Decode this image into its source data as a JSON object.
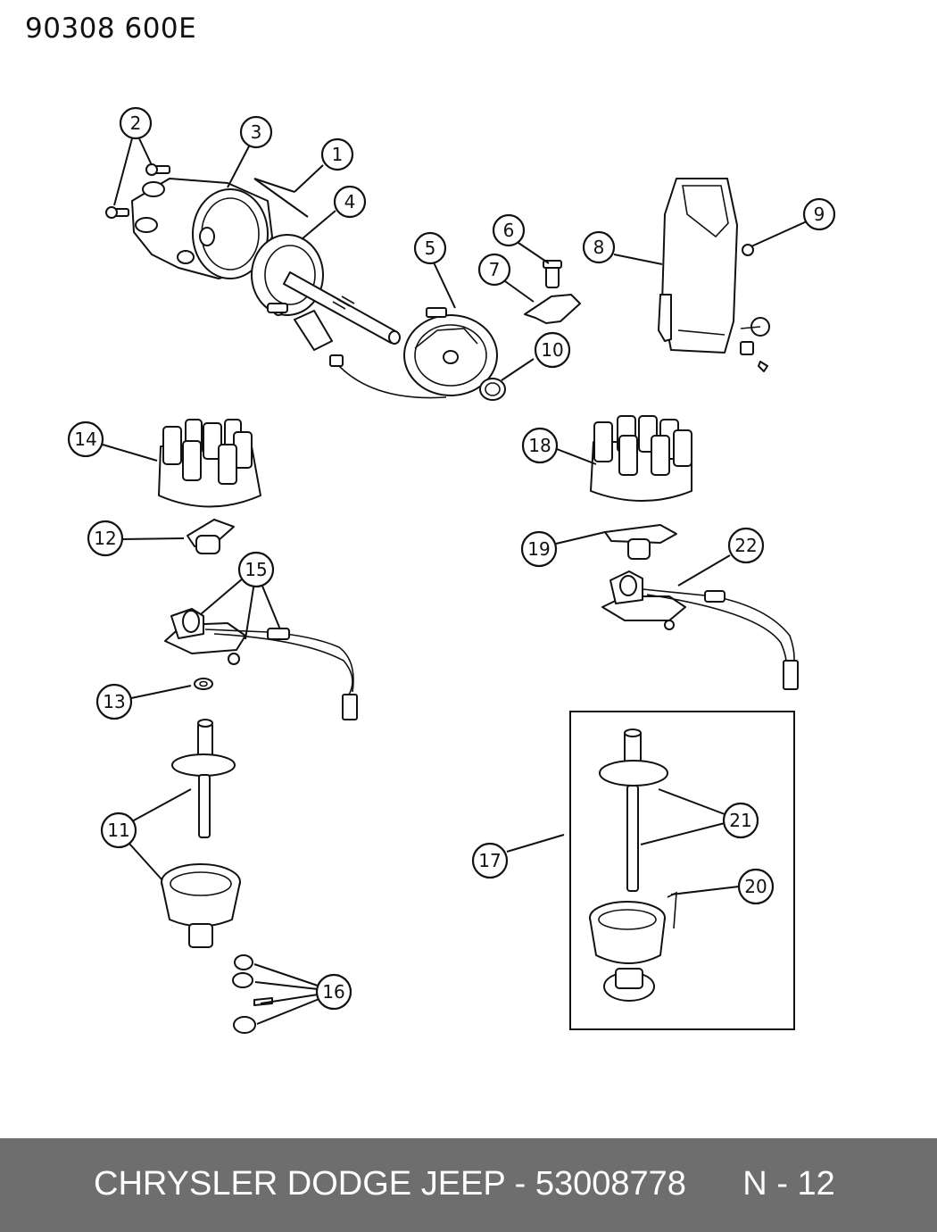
{
  "header": {
    "code": "90308  600E"
  },
  "footer": {
    "brand": "CHRYSLER DODGE JEEP",
    "part_number": "53008778",
    "page": "N - 12",
    "separator": " - "
  },
  "callouts": [
    {
      "id": "c1",
      "label": "1"
    },
    {
      "id": "c2",
      "label": "2"
    },
    {
      "id": "c3",
      "label": "3"
    },
    {
      "id": "c4",
      "label": "4"
    },
    {
      "id": "c5",
      "label": "5"
    },
    {
      "id": "c6",
      "label": "6"
    },
    {
      "id": "c7",
      "label": "7"
    },
    {
      "id": "c8",
      "label": "8"
    },
    {
      "id": "c9",
      "label": "9"
    },
    {
      "id": "c10",
      "label": "10"
    },
    {
      "id": "c11",
      "label": "11"
    },
    {
      "id": "c12",
      "label": "12"
    },
    {
      "id": "c13",
      "label": "13"
    },
    {
      "id": "c14",
      "label": "14"
    },
    {
      "id": "c15",
      "label": "15"
    },
    {
      "id": "c16",
      "label": "16"
    },
    {
      "id": "c17",
      "label": "17"
    },
    {
      "id": "c18",
      "label": "18"
    },
    {
      "id": "c19",
      "label": "19"
    },
    {
      "id": "c20",
      "label": "20"
    },
    {
      "id": "c21",
      "label": "21"
    },
    {
      "id": "c22",
      "label": "22"
    }
  ]
}
